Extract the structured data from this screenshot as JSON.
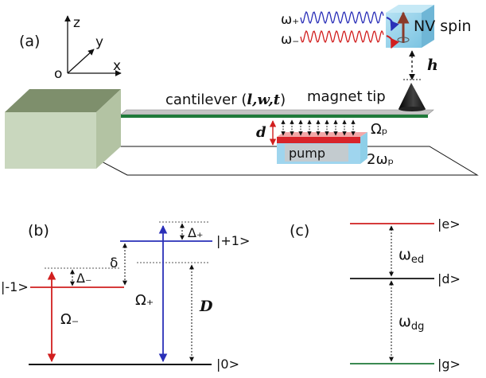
{
  "panel_a": {
    "label": "(a)",
    "axes": {
      "z": "z",
      "y": "y",
      "x": "x",
      "origin": "o"
    },
    "omega_plus": "ω₊",
    "omega_minus": "ω₋",
    "nv_spin": "NV spin",
    "h": "h",
    "cantilever": "cantilever (",
    "cantilever_params": "l,w,t",
    "cantilever_close": ")",
    "magnet_tip": "magnet tip",
    "d": "d",
    "omega_p": "Ωₚ",
    "pump": "pump",
    "two_omega_p": "2ωₚ",
    "colors": {
      "cantilever_green": "#1f7a3a",
      "wave_blue": "#2a2fb8",
      "wave_red": "#d11f1f",
      "block_face": "#c9d7be",
      "block_top": "#7e8f6c",
      "pump_red": "#d8242a",
      "pump_blue": "#9fd5ee",
      "nv_cube": "#8fd0ea"
    }
  },
  "panel_b": {
    "label": "(b)",
    "level_m1": "|-1>",
    "level_p1": "|+1>",
    "level_0": "|0>",
    "delta_minus": "Δ₋",
    "delta_plus": "Δ₊",
    "delta": "δ",
    "omega_minus": "Ω₋",
    "omega_plus": "Ω₊",
    "D": "D"
  },
  "panel_c": {
    "label": "(c)",
    "level_e": "|e>",
    "level_d": "|d>",
    "level_g": "|g>",
    "omega_ed": "ω",
    "omega_ed_sub": "ed",
    "omega_dg": "ω",
    "omega_dg_sub": "dg"
  }
}
